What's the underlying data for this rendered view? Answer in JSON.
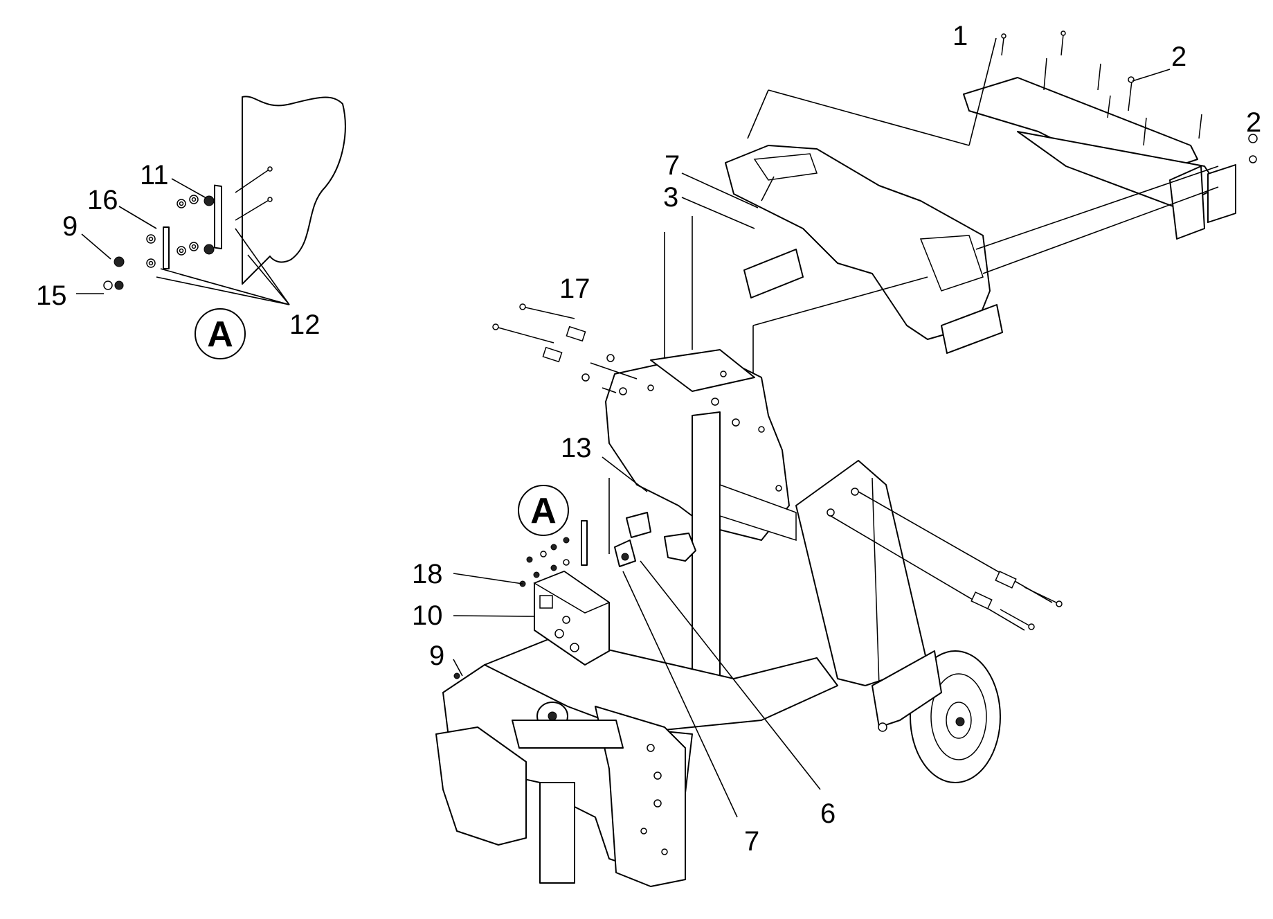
{
  "diagram": {
    "callouts": [
      {
        "id": "c1",
        "label": "1"
      },
      {
        "id": "c2a",
        "label": "2"
      },
      {
        "id": "c2b",
        "label": "2"
      },
      {
        "id": "c3",
        "label": "3"
      },
      {
        "id": "c6",
        "label": "6"
      },
      {
        "id": "c7a",
        "label": "7"
      },
      {
        "id": "c7b",
        "label": "7"
      },
      {
        "id": "c9a",
        "label": "9"
      },
      {
        "id": "c9b",
        "label": "9"
      },
      {
        "id": "c10",
        "label": "10"
      },
      {
        "id": "c11",
        "label": "11"
      },
      {
        "id": "c12",
        "label": "12"
      },
      {
        "id": "c13",
        "label": "13"
      },
      {
        "id": "c15",
        "label": "15"
      },
      {
        "id": "c16",
        "label": "16"
      },
      {
        "id": "c17",
        "label": "17"
      },
      {
        "id": "c18",
        "label": "18"
      }
    ],
    "detail_markers": [
      {
        "id": "detail-a-view",
        "label": "A"
      },
      {
        "id": "detail-a-ref",
        "label": "A"
      }
    ]
  }
}
